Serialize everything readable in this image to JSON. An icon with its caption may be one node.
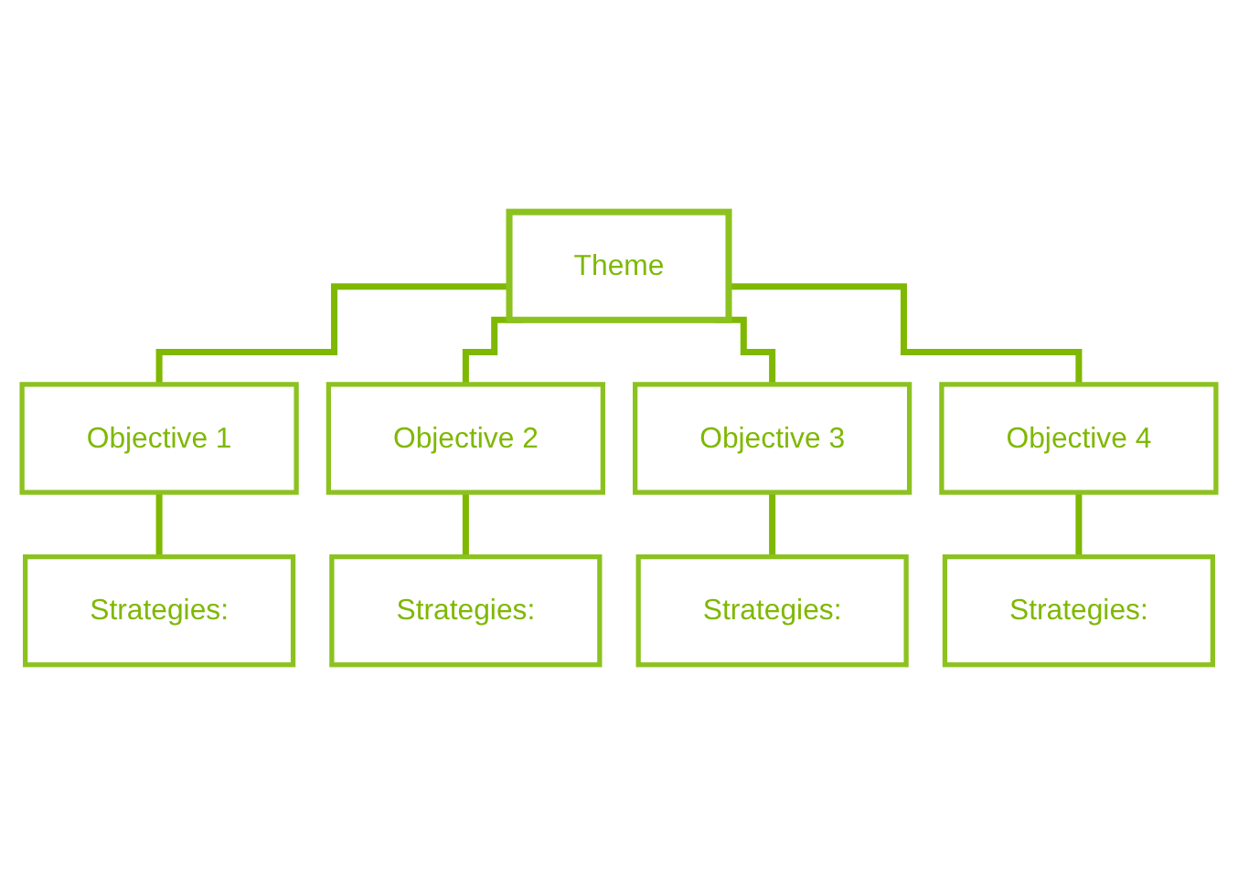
{
  "diagram": {
    "nodes": [
      {
        "text": [
          "Theme"
        ]
      },
      {
        "text": [
          "Objective 1"
        ]
      },
      {
        "text": [
          "Objective 2"
        ]
      },
      {
        "text": [
          "Objective 3"
        ]
      },
      {
        "text": [
          "Objective 4"
        ]
      },
      {
        "text": [
          "Strategies:"
        ]
      },
      {
        "text": [
          "Strategies:"
        ]
      },
      {
        "text": [
          "Strategies:"
        ]
      },
      {
        "text": [
          "Strategies:"
        ]
      }
    ],
    "edges": [
      {
        "from": 0,
        "to": 1,
        "arrow": "none"
      },
      {
        "from": 0,
        "to": 2,
        "arrow": "none"
      },
      {
        "from": 0,
        "to": 3,
        "arrow": "none"
      },
      {
        "from": 0,
        "to": 4,
        "arrow": "none"
      },
      {
        "from": 1,
        "to": 5,
        "arrow": "none"
      },
      {
        "from": 2,
        "to": 6,
        "arrow": "none"
      },
      {
        "from": 3,
        "to": 7,
        "arrow": "none"
      },
      {
        "from": 4,
        "to": 8,
        "arrow": "none"
      }
    ]
  }
}
